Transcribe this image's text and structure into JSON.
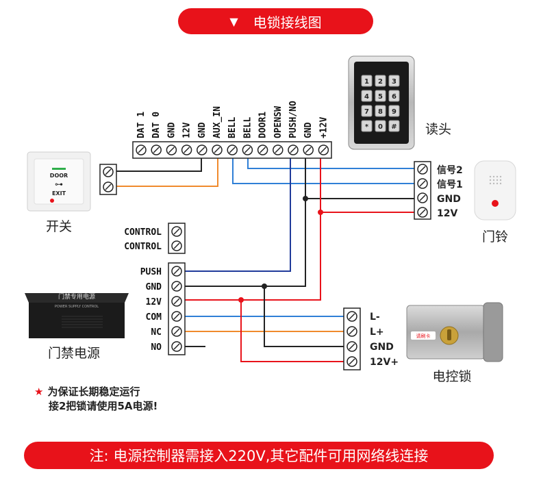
{
  "header": {
    "title": "电锁接线图",
    "arrow_icon": "triangle-down-icon"
  },
  "controller": {
    "terminals": [
      "DAT 1",
      "DAT 0",
      "GND",
      "12V",
      "GND",
      "AUX_IN",
      "BELL",
      "BELL",
      "DOOR1",
      "OPENSW",
      "PUSH/NO",
      "GND",
      "+12V"
    ]
  },
  "reader": {
    "label": "读头",
    "keys": [
      "1",
      "2",
      "3",
      "4",
      "5",
      "6",
      "7",
      "8",
      "9",
      "*",
      "0",
      "#"
    ]
  },
  "exit_button": {
    "label": "开关",
    "text_line1": "DOOR",
    "text_line2": "EXIT"
  },
  "doorbell": {
    "label": "门铃",
    "terminals": [
      "信号2",
      "信号1",
      "GND",
      "12V"
    ]
  },
  "power_supply": {
    "label": "门禁电源",
    "box_text": "门禁专用电源",
    "box_subtext": "POWER SUPPLY CONTROL",
    "control_terminals": [
      "CONTROL",
      "CONTROL"
    ],
    "terminals": [
      "PUSH",
      "GND",
      "12V",
      "COM",
      "NC",
      "NO"
    ]
  },
  "lock": {
    "label": "电控锁",
    "terminals": [
      "L-",
      "L+",
      "GND",
      "12V+"
    ],
    "sticker": "请刷卡"
  },
  "note": {
    "line1": "为保证长期稳定运行",
    "line2": "接2把锁请使用5A电源!"
  },
  "footer": {
    "text": "注: 电源控制器需接入220V,其它配件可用网络线连接"
  },
  "colors": {
    "banner_red": "#e8121a",
    "wire_black": "#222222",
    "wire_blue": "#2f7fd6",
    "wire_red": "#e8121a",
    "wire_orange": "#f08a2c",
    "wire_navy": "#1f3a9a"
  }
}
